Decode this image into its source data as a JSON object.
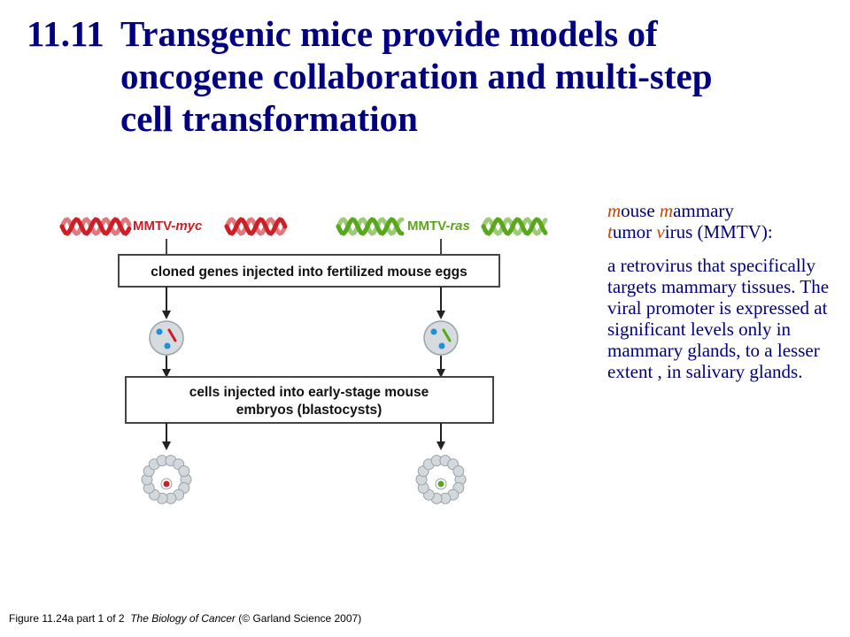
{
  "slide": {
    "number": "11.11",
    "title_lines": [
      "Transgenic mice provide models of",
      "oncogene collaboration and multi-step",
      "cell transformation"
    ]
  },
  "diagram": {
    "left_gene": {
      "prefix": "MMTV-",
      "gene": "myc",
      "color": "#cc1f26"
    },
    "right_gene": {
      "prefix": "MMTV-",
      "gene": "ras",
      "color": "#5aa61c"
    },
    "step1_label": "cloned genes injected into fertilized mouse eggs",
    "step2_lines": [
      "cells injected into early-stage mouse",
      "embryos (blastocysts)"
    ],
    "egg_nucleus_color": "#1f8fd6",
    "arrow_color": "#222222"
  },
  "sidebar": {
    "heading_parts": {
      "m1": "m",
      "ouse": "ouse ",
      "m2": "m",
      "ammary": "ammary",
      "t": "t",
      "umor": "umor ",
      "v": "v",
      "irus": "irus (MMTV):"
    },
    "description": "a retrovirus that specifically targets mammary tissues. The viral promoter is expressed at significant levels only in mammary glands, to a lesser extent , in salivary glands."
  },
  "footer": {
    "figure": "Figure 11.24a part 1 of 2",
    "book": "The Biology of Cancer",
    "copyright": "(© Garland Science 2007)"
  }
}
